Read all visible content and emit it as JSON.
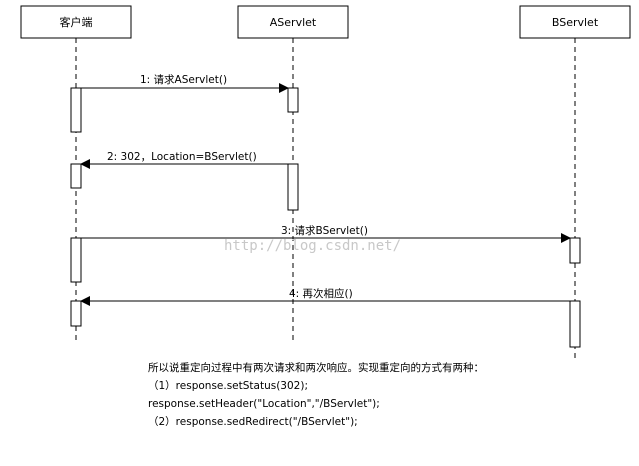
{
  "participants": [
    {
      "id": "client",
      "label": "客户端"
    },
    {
      "id": "aservlet",
      "label": "AServlet"
    },
    {
      "id": "bservlet",
      "label": "BServlet"
    }
  ],
  "messages": [
    {
      "label": "1: 请求AServlet()",
      "from": "client",
      "to": "aservlet"
    },
    {
      "label": "2: 302，Location=BServlet()",
      "from": "aservlet",
      "to": "client"
    },
    {
      "label": "3: 请求BServlet()",
      "from": "client",
      "to": "bservlet"
    },
    {
      "label": "4: 再次相应()",
      "from": "bservlet",
      "to": "client"
    }
  ],
  "watermark": "http://blog.csdn.net/",
  "notes": {
    "line1": "所以说重定向过程中有两次请求和两次响应。实现重定向的方式有两种：",
    "line2": "（1）response.setStatus(302);",
    "line3": "response.setHeader(\"Location\",\"/BServlet\");",
    "line4": "（2）response.sedRedirect(\"/BServlet\");"
  },
  "colors": {
    "line": "#000000",
    "watermark": "#c8c8c8"
  }
}
